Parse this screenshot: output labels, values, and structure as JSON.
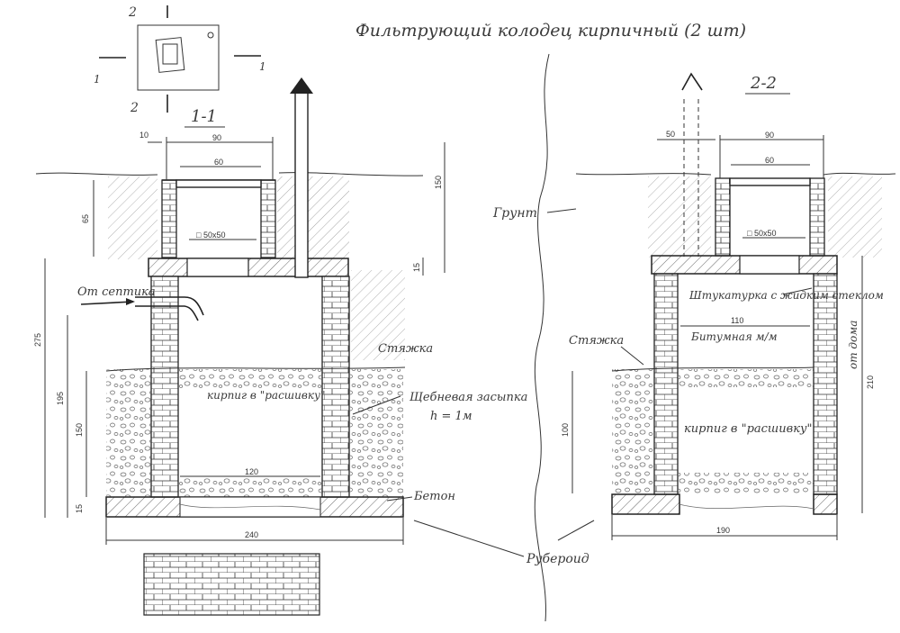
{
  "title": "Фильтрующий колодец кирпичный (2 шт)",
  "section_marks": {
    "s11": "1-1",
    "s22": "2-2",
    "cut1": "1",
    "cut2": "2"
  },
  "left_view": {
    "dims": {
      "d10": "10",
      "d90": "90",
      "d60": "60",
      "d65": "65",
      "d150_pipe": "150",
      "d50x50": "50x50",
      "d15_slab": "15",
      "d275": "275",
      "d195": "195",
      "d150": "150",
      "d15_base": "15",
      "d120": "120",
      "d240": "240"
    },
    "labels": {
      "septic": "От септика",
      "screed": "Стяжка",
      "brick_joint": "кирпиг в \"расшивку\"",
      "gravel": "Щебневая засыпка",
      "gravel_h": "h = 1м",
      "concrete": "Бетон",
      "ruberoid": "Рубероид"
    }
  },
  "right_view": {
    "dims": {
      "d50": "50",
      "d90": "90",
      "d60": "60",
      "d50x50": "50x50",
      "d110": "110",
      "d100": "100",
      "d210": "210",
      "d190": "190"
    },
    "labels": {
      "ground": "Грунт",
      "plaster": "Штукатурка с жидким стеклом",
      "bitumen": "Битумная м/м",
      "screed": "Стяжка",
      "from_house": "от дома",
      "brick_joint": "кирпиг в \"расшивку\""
    }
  }
}
